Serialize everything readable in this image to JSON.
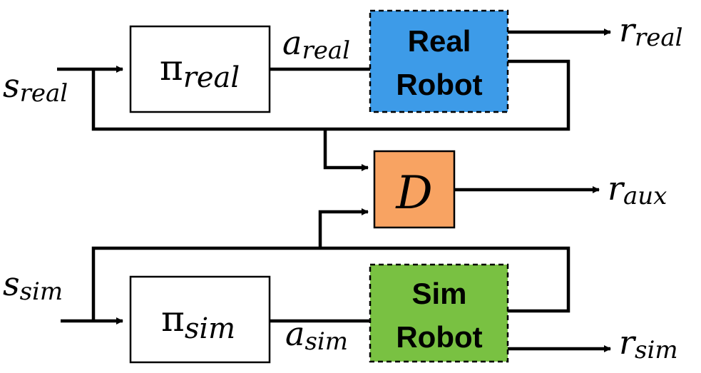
{
  "blocks": {
    "policy_real": {
      "symbol": "π",
      "subscript": "real"
    },
    "policy_sim": {
      "symbol": "π",
      "subscript": "sim"
    },
    "real_robot": {
      "line1": "Real",
      "line2": "Robot",
      "fill": "#3d9be8"
    },
    "sim_robot": {
      "line1": "Sim",
      "line2": "Robot",
      "fill": "#79c142"
    },
    "discriminator": {
      "symbol": "D",
      "fill": "#f8a362"
    }
  },
  "signals": {
    "s_real": {
      "symbol": "s",
      "subscript": "real"
    },
    "a_real": {
      "symbol": "a",
      "subscript": "real"
    },
    "r_real": {
      "symbol": "r",
      "subscript": "real"
    },
    "s_sim": {
      "symbol": "s",
      "subscript": "sim"
    },
    "a_sim": {
      "symbol": "a",
      "subscript": "sim"
    },
    "r_sim": {
      "symbol": "r",
      "subscript": "sim"
    },
    "r_aux": {
      "symbol": "r",
      "subscript": "aux"
    }
  }
}
